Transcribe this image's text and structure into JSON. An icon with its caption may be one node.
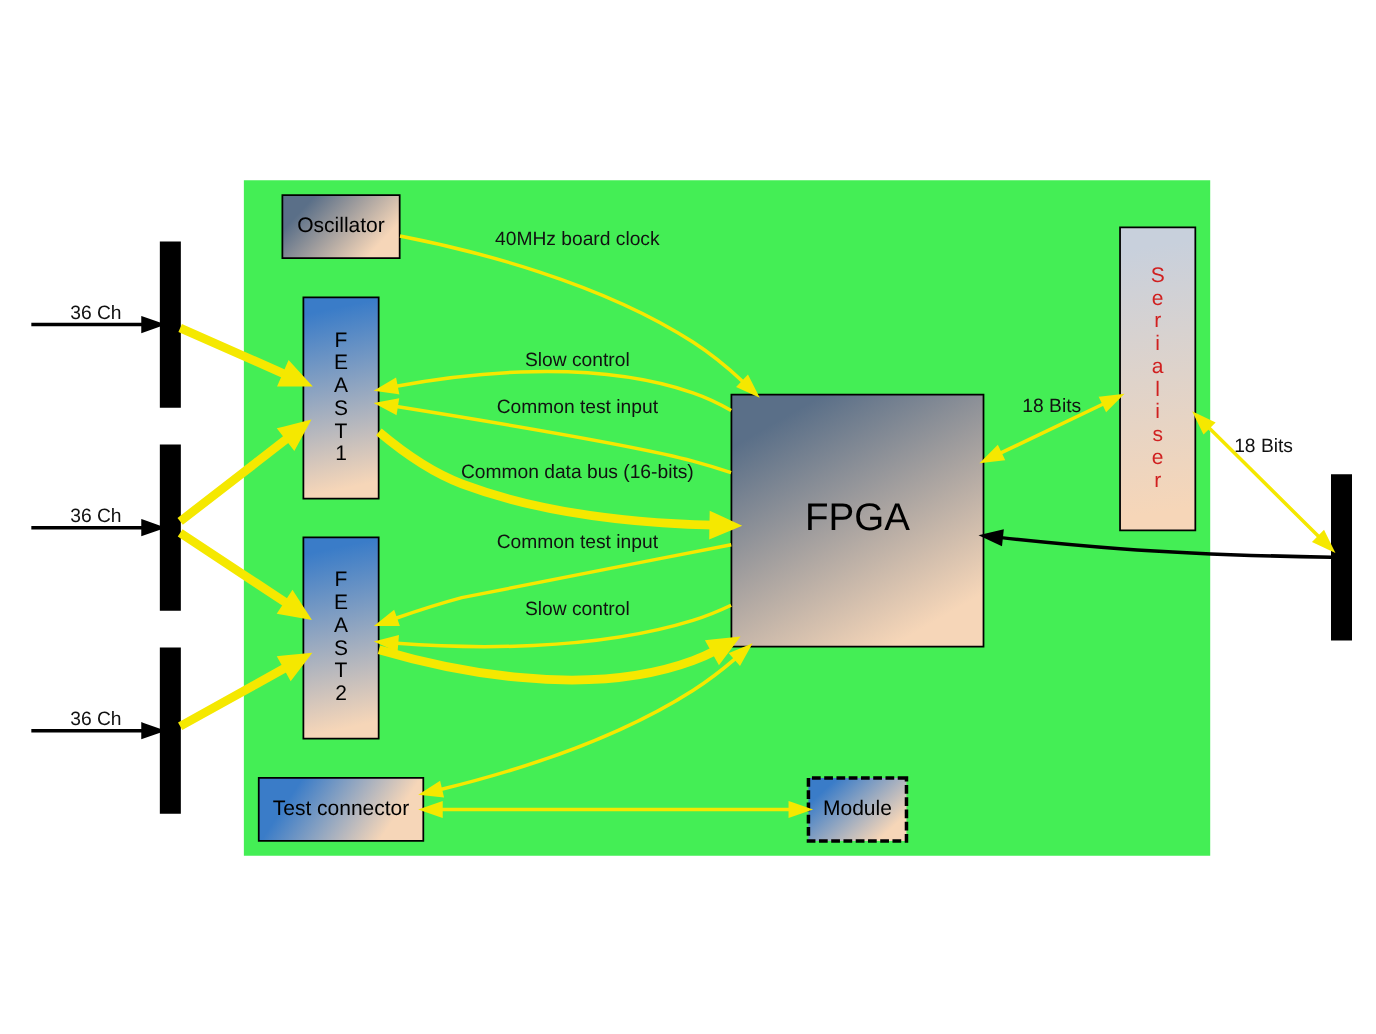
{
  "diagram": {
    "nodes": [
      {
        "text": [],
        "shape": "box"
      },
      {
        "text": [],
        "shape": "bar"
      },
      {
        "text": [],
        "shape": "bar"
      },
      {
        "text": [],
        "shape": "bar"
      },
      {
        "text": [
          "F E A S T 1"
        ],
        "in": 0
      },
      {
        "text": [
          "F E A S T 2"
        ],
        "in": 0
      },
      {
        "text": [
          "Test connector"
        ],
        "in": 0
      },
      {
        "text": [
          "Module"
        ],
        "in": 0
      },
      {
        "text": [
          "FPGA"
        ],
        "in": 0
      },
      {
        "text": [
          "S e r i a l i s e r"
        ],
        "in": 0
      },
      {
        "text": [
          "Oscillator"
        ],
        "in": 0
      },
      {
        "text": [],
        "shape": "bar"
      }
    ],
    "edges": [
      {
        "from": null,
        "to": 1,
        "arrow": "to",
        "label": "36 Ch",
        "color": "#000000"
      },
      {
        "from": null,
        "to": 2,
        "arrow": "to",
        "label": "36 Ch",
        "color": "#000000"
      },
      {
        "from": null,
        "to": 3,
        "arrow": "to",
        "label": "36 Ch",
        "color": "#000000"
      },
      {
        "from": 1,
        "to": 4,
        "arrow": "to",
        "style": "thick"
      },
      {
        "from": 2,
        "to": 4,
        "arrow": "to",
        "style": "thick"
      },
      {
        "from": 2,
        "to": 5,
        "arrow": "to",
        "style": "thick"
      },
      {
        "from": 3,
        "to": 5,
        "arrow": "to",
        "style": "thick"
      },
      {
        "from": 4,
        "to": 8,
        "arrow": "to",
        "label": "Common data bus (16-bits)",
        "style": "thick"
      },
      {
        "from": 5,
        "to": 8,
        "arrow": "to",
        "style": "thick"
      },
      {
        "from": 8,
        "to": 4,
        "arrow": "to",
        "label": "Common test input"
      },
      {
        "from": 8,
        "to": 4,
        "arrow": "to",
        "label": "Slow control"
      },
      {
        "from": 8,
        "to": 5,
        "arrow": "to",
        "label": "Slow control"
      },
      {
        "from": 8,
        "to": 5,
        "arrow": "to",
        "label": "Common test input"
      },
      {
        "from": 6,
        "to": 7,
        "arrow": "both"
      },
      {
        "from": 6,
        "to": 8,
        "arrow": "both"
      },
      {
        "from": 11,
        "to": 8,
        "arrow": "to",
        "color": "#000000"
      },
      {
        "from": 8,
        "to": 9,
        "arrow": "both",
        "label": "18 Bits"
      },
      {
        "from": 9,
        "to": 11,
        "arrow": "both",
        "label": "18 Bits"
      },
      {
        "from": 10,
        "to": 8,
        "arrow": "to",
        "label": "40MHz board clock"
      }
    ]
  }
}
